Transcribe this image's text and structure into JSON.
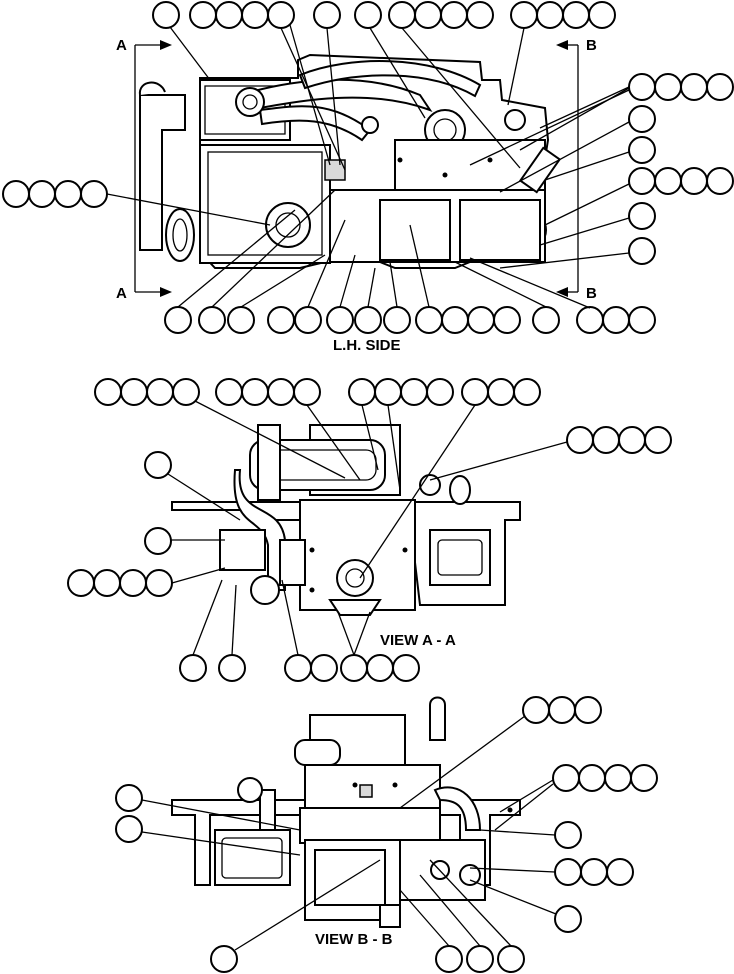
{
  "views": {
    "lh_side": {
      "label": "L.H. SIDE"
    },
    "view_a": {
      "label": "VIEW A - A"
    },
    "view_b": {
      "label": "VIEW B - B"
    }
  },
  "section_markers": {
    "a_top": "A",
    "a_bottom": "A",
    "b_top": "B",
    "b_bottom": "B"
  }
}
